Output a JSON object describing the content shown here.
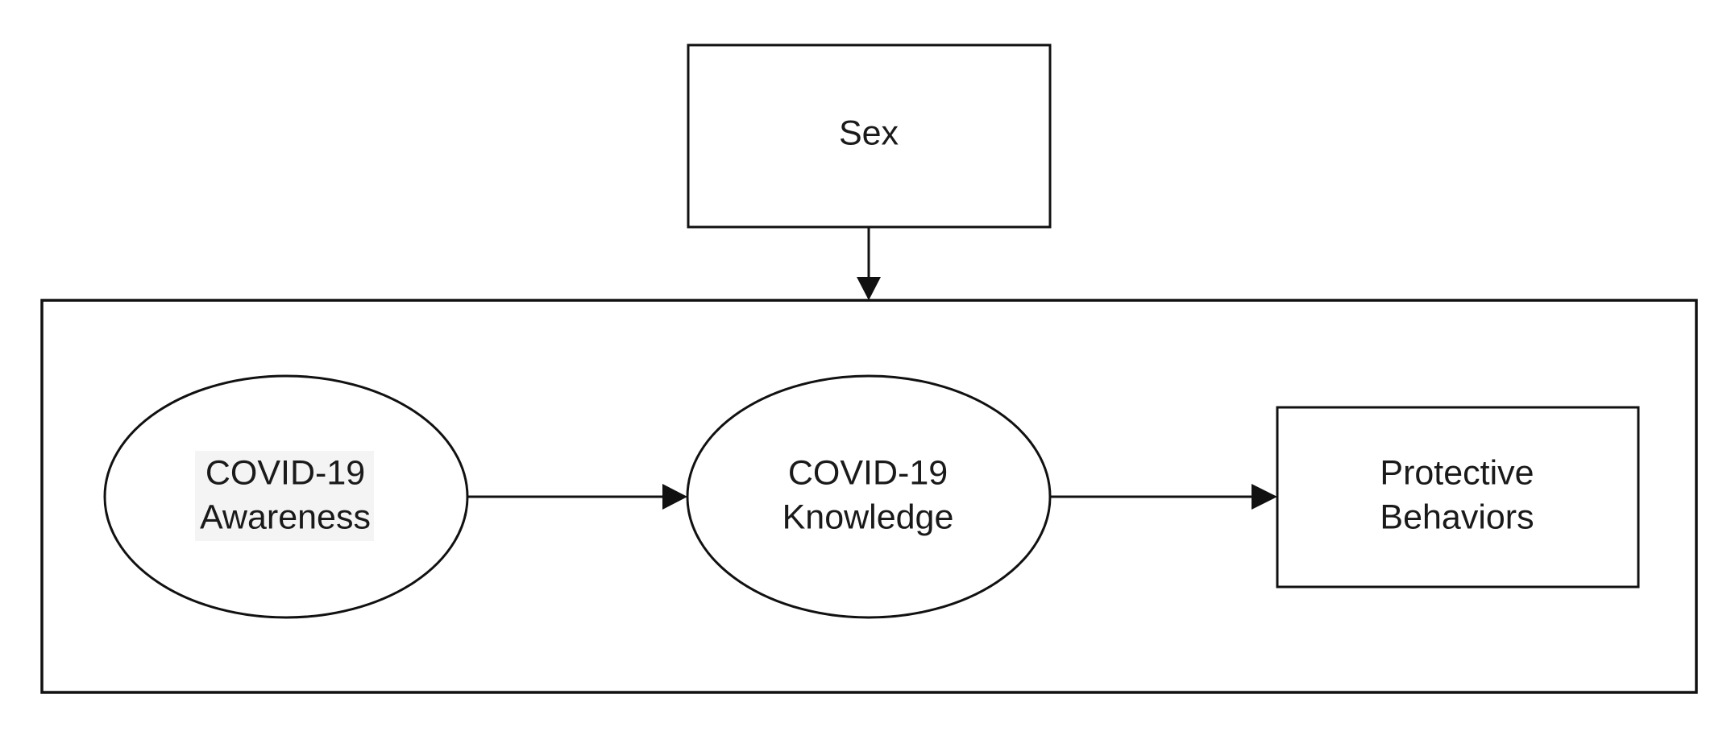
{
  "diagram": {
    "nodes": {
      "sex": {
        "label": "Sex",
        "shape": "rectangle"
      },
      "awareness": {
        "label_line1": "COVID-19",
        "label_line2": "Awareness",
        "shape": "ellipse"
      },
      "knowledge": {
        "label_line1": "COVID-19",
        "label_line2": "Knowledge",
        "shape": "ellipse"
      },
      "behaviors": {
        "label_line1": "Protective",
        "label_line2": "Behaviors",
        "shape": "rectangle"
      }
    },
    "edges": [
      {
        "from": "sex",
        "to": "model-frame"
      },
      {
        "from": "awareness",
        "to": "knowledge"
      },
      {
        "from": "knowledge",
        "to": "behaviors"
      }
    ]
  }
}
